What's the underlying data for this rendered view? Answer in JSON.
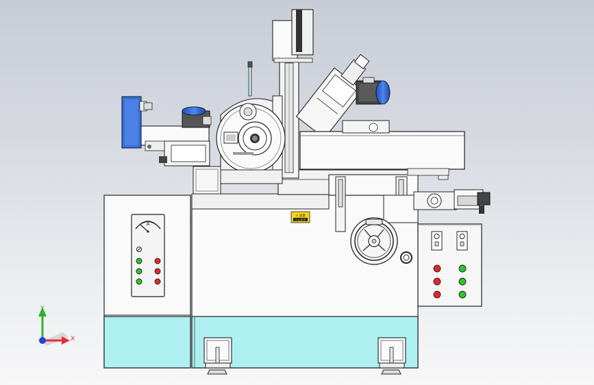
{
  "ammeter": {
    "label": "A"
  },
  "warning_label": {
    "line1": "⚠ 注意",
    "line2": "小心夹手"
  },
  "axes": {
    "y_label": "Y",
    "x_label": "X"
  },
  "colors": {
    "cabinet_cyan": "#aef0f2",
    "motor_blue": "#3a6fd8",
    "lamp_green": "#2fc32f",
    "lamp_red": "#e02828",
    "warning_yellow": "#f3d21b",
    "axis_x": "#e03030",
    "axis_y": "#2fb030",
    "axis_z": "#2040e0"
  },
  "left_panel": {
    "lamps": [
      {
        "row": 1,
        "left": "green",
        "right": "red"
      },
      {
        "row": 2,
        "left": "green",
        "right": "red"
      },
      {
        "row": 3,
        "left": "green",
        "right": "red"
      }
    ]
  },
  "right_panel": {
    "switches": 2,
    "lamps": [
      {
        "row": 1,
        "left": "red",
        "right": "green"
      },
      {
        "row": 2,
        "left": "red",
        "right": "green"
      },
      {
        "row": 3,
        "left": "red",
        "right": "green"
      }
    ]
  }
}
